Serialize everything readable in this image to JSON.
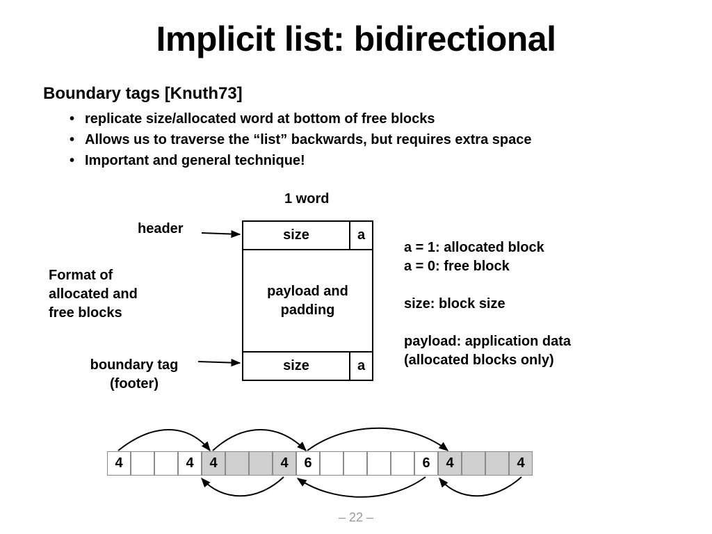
{
  "title": "Implicit list: bidirectional",
  "section": {
    "heading": "Boundary tags [Knuth73]",
    "bullets": [
      "replicate size/allocated word at bottom of free blocks",
      "Allows us to traverse the “list” backwards, but requires extra space",
      "Important and general technique!"
    ]
  },
  "diagram": {
    "word_label": "1 word",
    "header_label": "header",
    "format_label": [
      "Format of",
      "allocated and",
      "free blocks"
    ],
    "footer_label": [
      "boundary tag",
      "(footer)"
    ],
    "header_size": "size",
    "header_flag": "a",
    "payload": [
      "payload and",
      "padding"
    ],
    "footer_size": "size",
    "footer_flag": "a",
    "legend": [
      "a = 1: allocated block",
      "a = 0: free block",
      "size: block size",
      "payload: application data",
      "(allocated blocks only)"
    ]
  },
  "heap": {
    "cells": [
      "4",
      "",
      "",
      "4",
      "4",
      "",
      "",
      "4",
      "6",
      "",
      "",
      "",
      "",
      "6",
      "4",
      "",
      "",
      "4"
    ],
    "shaded": [
      false,
      false,
      false,
      false,
      true,
      true,
      true,
      true,
      false,
      false,
      false,
      false,
      false,
      false,
      true,
      true,
      true,
      true
    ]
  },
  "page_number": "– 22 –"
}
